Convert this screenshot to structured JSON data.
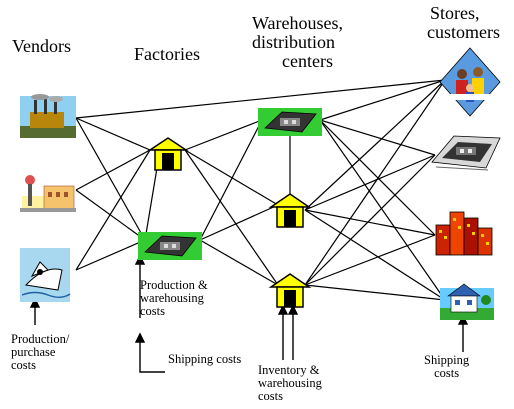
{
  "headers": {
    "vendors": "Vendors",
    "factories": "Factories",
    "warehouses_line1": "Warehouses,",
    "warehouses_line2": "distribution",
    "warehouses_line3": "centers",
    "stores_line1": "Stores,",
    "stores_line2": "customers"
  },
  "notes": {
    "production_warehousing_1": "Production &",
    "production_warehousing_2": "warehousing",
    "production_warehousing_3": "costs",
    "production_purchase_1": "Production/",
    "production_purchase_2": "purchase",
    "production_purchase_3": "costs",
    "shipping_costs_left": "Shipping costs",
    "inventory_1": "Inventory &",
    "inventory_2": "warehousing",
    "inventory_3": "costs",
    "shipping_costs_right_1": "Shipping",
    "shipping_costs_right_2": "costs"
  },
  "icons": {
    "vendor_1": "factory-smokestack-icon",
    "vendor_2": "water-tower-plant-icon",
    "vendor_3": "cargo-ship-icon",
    "factory_1": "house-building-icon",
    "factory_2": "circuit-board-icon",
    "warehouse_1": "circuit-board-icon",
    "warehouse_2": "house-building-icon",
    "warehouse_3": "house-building-icon",
    "store_1": "people-group-icon",
    "store_2": "computer-chip-icon",
    "store_3": "city-skyline-icon",
    "store_4": "house-icon"
  },
  "colors": {
    "green_tile": "#33cc33",
    "yellow_house": "#ffff00",
    "sky_blue": "#66ccff"
  }
}
